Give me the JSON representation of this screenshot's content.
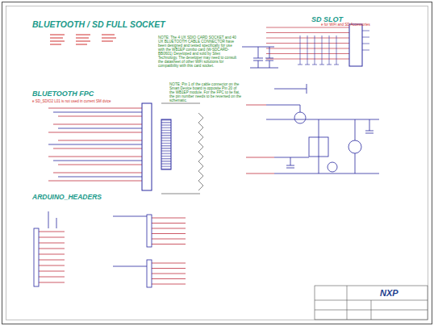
{
  "diagram": {
    "title": "BLUETOOTH / SD FULL SOCKET",
    "nodes": [
      {
        "text": [
          "NXP"
        ]
      }
    ],
    "labels": [
      "SD SLOT",
      "e for WiFi and SD Accessories",
      "BLUETOOTH FPC",
      "e SD_SDIO2 L01 is not used in current SM dvice",
      "ARDUINO_HEADERS",
      "NOTE: The 4 UX SDIO CARD SOCKET and 40 UX BLUETOOTH CABLE CONNECTOR have been designed and tested specifically for use with the WB1EP combo card (W-SDCARD-BB0601) Developed and sold by Silex Technology. The developer may need to consult the datasheet of other WiFi solutions for compatibility with this card socket.",
      "NOTE: Pin 1 of the cable connector on the Smart Device board is opposite Pin 20 of the WB1EP module. For the FPC to lie flat, the pin number needs to be reversed on the schematic."
    ]
  }
}
